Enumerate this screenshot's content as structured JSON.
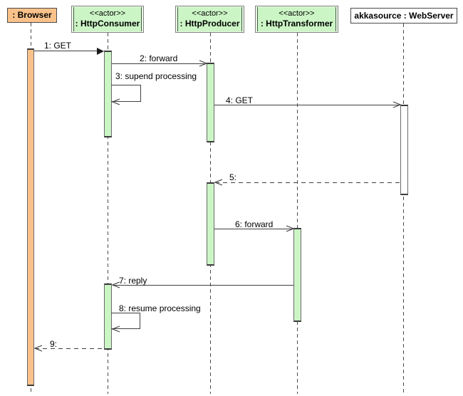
{
  "diagram_type": "uml-sequence-diagram",
  "lifelines": [
    {
      "id": "browser",
      "stereotype": "",
      "name": ": Browser"
    },
    {
      "id": "consumer",
      "stereotype": "<<actor>>",
      "name": ": HttpConsumer"
    },
    {
      "id": "producer",
      "stereotype": "<<actor>>",
      "name": ": HttpProducer"
    },
    {
      "id": "transformer",
      "stereotype": "<<actor>>",
      "name": ": HttpTransformer"
    },
    {
      "id": "webserver",
      "stereotype": "",
      "name": "akkasource : WebServer"
    }
  ],
  "messages": [
    {
      "seq": "1",
      "label": "1: GET",
      "from": "browser",
      "to": "consumer",
      "line": "solid",
      "arrowhead": "filled"
    },
    {
      "seq": "2",
      "label": "2: forward",
      "from": "consumer",
      "to": "producer",
      "line": "solid",
      "arrowhead": "open"
    },
    {
      "seq": "3",
      "label": "3: supend processing",
      "from": "consumer",
      "to": "consumer",
      "line": "solid",
      "arrowhead": "open"
    },
    {
      "seq": "4",
      "label": "4: GET",
      "from": "producer",
      "to": "webserver",
      "line": "solid",
      "arrowhead": "open"
    },
    {
      "seq": "5",
      "label": "5:",
      "from": "webserver",
      "to": "producer",
      "line": "dashed",
      "arrowhead": "open"
    },
    {
      "seq": "6",
      "label": "6: forward",
      "from": "producer",
      "to": "transformer",
      "line": "solid",
      "arrowhead": "open"
    },
    {
      "seq": "7",
      "label": "7: reply",
      "from": "transformer",
      "to": "consumer",
      "line": "solid",
      "arrowhead": "open"
    },
    {
      "seq": "8",
      "label": "8: resume processing",
      "from": "consumer",
      "to": "consumer",
      "line": "solid",
      "arrowhead": "open"
    },
    {
      "seq": "9",
      "label": "9:",
      "from": "consumer",
      "to": "browser",
      "line": "dashed",
      "arrowhead": "open"
    }
  ],
  "colors": {
    "browser_fill": "#FAC28A",
    "actor_fill": "#CCF5C6",
    "actor_gap_fill": "#E9FCE3",
    "webserver_fill": "#FFFFFF",
    "line_color": "#3F3F3F",
    "border_dark": "#3A3A3A",
    "border_gray": "#808080"
  }
}
